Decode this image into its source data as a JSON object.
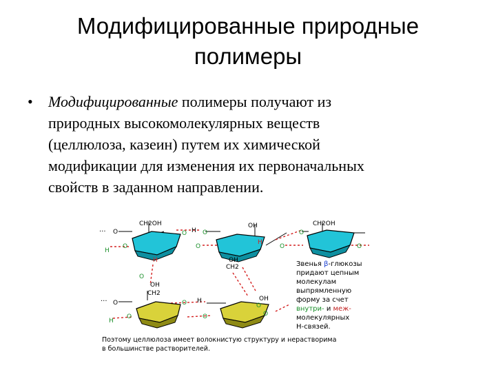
{
  "slide": {
    "title_line1": "Модифицированные природные",
    "title_line2": "полимеры",
    "bullet_symbol": "•",
    "bullet": {
      "italic_word": "Модифицированные",
      "line1_rest": " полимеры получают из",
      "line2": "природных высокомолекулярных веществ",
      "line3": "(целлюлоза, казеин) путем их химической",
      "line4": "модификации для изменения их первоначальных",
      "line5": "свойств в заданном направлении."
    }
  },
  "figure": {
    "labels": {
      "ch2oh_a": "CH2OH",
      "oh_a": "OH",
      "ch2oh_b": "CH2OH",
      "dots_left_top": "···",
      "o_top1": "O",
      "o_top2": "O",
      "o_top3": "O",
      "o_top4": "O",
      "h_top": "H",
      "h_left1": "H",
      "o_left1": "O",
      "o_mid1": "O",
      "o_mid2": "O",
      "o_mid3": "O",
      "h_mid": "H",
      "h_down": "H",
      "oh_mid": "OH",
      "ch2_mid": "CH2",
      "o_lower1": "O",
      "oh_lower": "OH",
      "ch2_lower": "CH2",
      "dots_left_bot": "···",
      "o_bot1": "O",
      "o_bot2": "O",
      "h_bot": "H",
      "h_left2": "H",
      "o_left2": "O",
      "o_bot3": "O",
      "oh_bot": "OH",
      "o_bot4": "O",
      "o_bot5": "O"
    },
    "side_note": {
      "line1": "Звенья",
      "beta": "β",
      "line1b": "-глюкозы",
      "line2": "придают цепным",
      "line3": "молекулам",
      "line4": "выпрямленную",
      "line5": "форму за счет",
      "intra": "внутри-",
      "and": " и ",
      "inter": "меж-",
      "line7": "молекулярных",
      "line8": "Н-связей."
    },
    "caption_line1": "Поэтому целлюлоза имеет волокнистую структуру и нерастворима",
    "caption_line2": "в большинстве растворителей."
  },
  "colors": {
    "ring_top": "#22c4d8",
    "ring_bottom": "#d9d23a",
    "hbond": "#d42020",
    "oxygen": "#1a8f2a",
    "intra_color": "#1a8f2a",
    "inter_color": "#c02020"
  }
}
